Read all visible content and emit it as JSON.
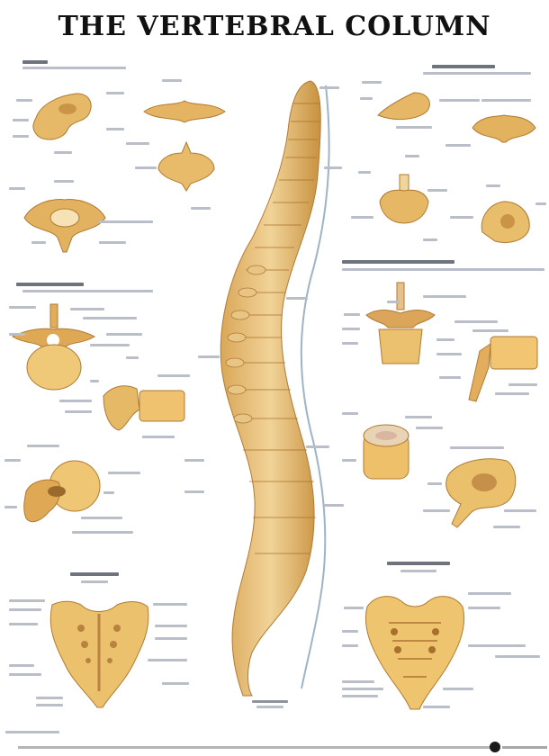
{
  "poster": {
    "title": "THE VERTEBRAL COLUMN",
    "colors": {
      "bone_light": "#f3d9a0",
      "bone_mid": "#e2b565",
      "bone_dark": "#b9843a",
      "label_text": "#9aa0aa",
      "background": "#ffffff",
      "title": "#111111",
      "spinal_line": "#9db4c8"
    },
    "sections": [
      {
        "id": "atlas-axis",
        "position": "top-left",
        "heading_legible": false
      },
      {
        "id": "cervical-vertebrae",
        "position": "top-right",
        "heading_legible": false
      },
      {
        "id": "thoracic-vertebra",
        "position": "mid-left",
        "heading_legible": false
      },
      {
        "id": "lumbar-vertebrae",
        "position": "mid-right",
        "heading_legible": false
      },
      {
        "id": "sacrum-posterior",
        "position": "bottom-left",
        "heading_legible": false
      },
      {
        "id": "sacrum-anterior",
        "position": "bottom-right",
        "heading_legible": false
      },
      {
        "id": "vertebral-column-lateral",
        "position": "center",
        "heading_legible": false
      }
    ],
    "footer": {
      "logo_icon": "publisher-logo-icon"
    }
  }
}
